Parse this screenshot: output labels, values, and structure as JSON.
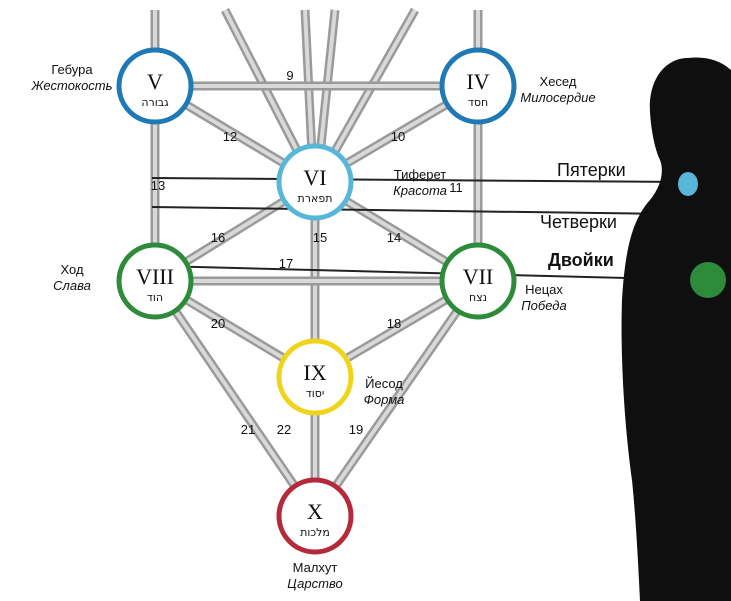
{
  "sephirot": [
    {
      "id": "gevurah",
      "roman": "V",
      "hebrew": "גבורה",
      "name": "Гебура",
      "meaning": "Жестокость",
      "color": "#1f79b4"
    },
    {
      "id": "chesed",
      "roman": "IV",
      "hebrew": "חסד",
      "name": "Хесед",
      "meaning": "Милосердие",
      "color": "#1f79b4"
    },
    {
      "id": "tiferet",
      "roman": "VI",
      "hebrew": "תפארת",
      "name": "Тиферет",
      "meaning": "Красота",
      "color": "#58b7d9"
    },
    {
      "id": "hod",
      "roman": "VIII",
      "hebrew": "הוד",
      "name": "Ход",
      "meaning": "Слава",
      "color": "#2e8b3a"
    },
    {
      "id": "netzach",
      "roman": "VII",
      "hebrew": "נצח",
      "name": "Нецах",
      "meaning": "Победа",
      "color": "#2e8b3a"
    },
    {
      "id": "yesod",
      "roman": "IX",
      "hebrew": "יסוד",
      "name": "Йесод",
      "meaning": "Форма",
      "color": "#f0d419"
    },
    {
      "id": "malkuth",
      "roman": "X",
      "hebrew": "מלכות",
      "name": "Малхут",
      "meaning": "Царство",
      "color": "#b52a3a"
    }
  ],
  "paths": [
    {
      "number": "9",
      "from": "gevurah",
      "to": "chesed"
    },
    {
      "number": "12",
      "from": "gevurah",
      "to": "tiferet"
    },
    {
      "number": "10",
      "from": "chesed",
      "to": "tiferet"
    },
    {
      "number": "13",
      "from": "gevurah",
      "to": "hod"
    },
    {
      "number": "11",
      "from": "chesed",
      "to": "netzach"
    },
    {
      "number": "16",
      "from": "tiferet",
      "to": "hod"
    },
    {
      "number": "15",
      "from": "tiferet",
      "to": "yesod"
    },
    {
      "number": "14",
      "from": "tiferet",
      "to": "netzach"
    },
    {
      "number": "17",
      "from": "hod",
      "to": "netzach"
    },
    {
      "number": "20",
      "from": "hod",
      "to": "yesod"
    },
    {
      "number": "18",
      "from": "netzach",
      "to": "yesod"
    },
    {
      "number": "21",
      "from": "hod",
      "to": "malkuth"
    },
    {
      "number": "22",
      "from": "yesod",
      "to": "malkuth"
    },
    {
      "number": "19",
      "from": "netzach",
      "to": "malkuth"
    }
  ],
  "levels": [
    {
      "label": "Пятерки",
      "color": "#58b7d9"
    },
    {
      "label": "Четверки",
      "color": "#58b7d9"
    },
    {
      "label": "Двойки",
      "color": "#2e8b3a"
    }
  ],
  "figure": {
    "body_color": "#0f0f0f",
    "throat_dot_color": "#58b7d9",
    "heart_dot_color": "#2e8b3a"
  }
}
